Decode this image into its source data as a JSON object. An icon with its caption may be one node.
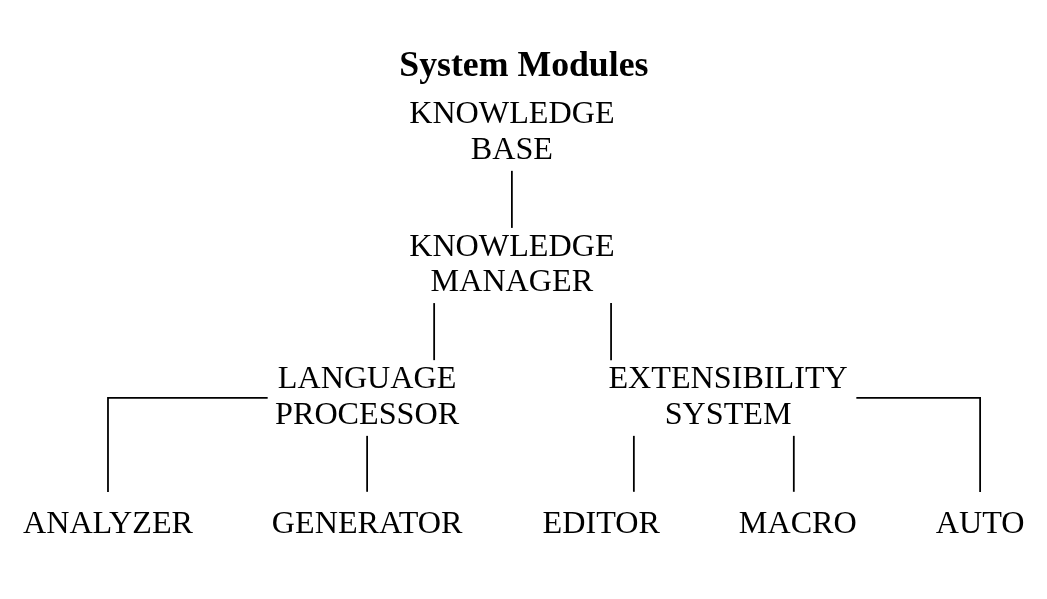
{
  "diagram": {
    "title": "System Modules",
    "nodes": [
      {
        "text": [
          "KNOWLEDGE BASE"
        ]
      },
      {
        "text": [
          "KNOWLEDGE MANAGER"
        ]
      },
      {
        "text": [
          "LANGUAGE PROCESSOR"
        ]
      },
      {
        "text": [
          "EXTENSIBILITY SYSTEM"
        ]
      },
      {
        "text": [
          "ANALYZER"
        ]
      },
      {
        "text": [
          "GENERATOR"
        ]
      },
      {
        "text": [
          "EDITOR"
        ]
      },
      {
        "text": [
          "MACRO"
        ]
      },
      {
        "text": [
          "AUTO"
        ]
      }
    ],
    "edges": [
      {
        "from": 0,
        "to": 1,
        "arrow": "none"
      },
      {
        "from": 1,
        "to": 2,
        "arrow": "none"
      },
      {
        "from": 1,
        "to": 3,
        "arrow": "none"
      },
      {
        "from": 2,
        "to": 4,
        "arrow": "none"
      },
      {
        "from": 2,
        "to": 5,
        "arrow": "none"
      },
      {
        "from": 3,
        "to": 6,
        "arrow": "none"
      },
      {
        "from": 3,
        "to": 7,
        "arrow": "none"
      },
      {
        "from": 3,
        "to": 8,
        "arrow": "none"
      }
    ]
  }
}
